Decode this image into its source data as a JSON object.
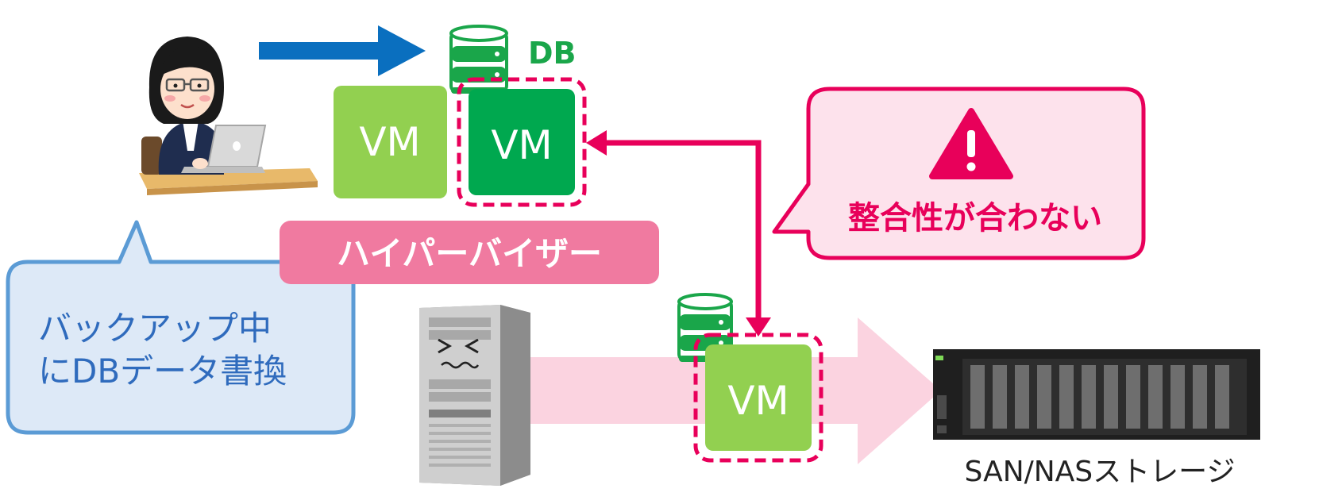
{
  "diagram": {
    "db_label": "DB",
    "vm_left_label": "VM",
    "vm_db_label": "VM",
    "vm_backup_label": "VM",
    "hypervisor_label": "ハイパーバイザー",
    "backup_bubble": {
      "line1": "バックアップ中",
      "line2": "にDBデータ書換"
    },
    "warning_bubble": {
      "text": "整合性が合わない"
    },
    "storage_label": "SAN/NASストレージ"
  },
  "colors": {
    "user_arrow": "#0a6fbf",
    "vm_light_green": "#92d050",
    "vm_dark_green": "#00a84f",
    "db_green": "#1aa64a",
    "alert_pink": "#e8005a",
    "hypervisor_pink": "#f07aa0",
    "backup_flow_pink": "#fbd3e0",
    "warning_fill": "#fde2ec",
    "backup_bubble_fill": "#dde9f7",
    "backup_bubble_border": "#5b9bd5",
    "backup_bubble_text": "#2f6bbd",
    "storage_dark": "#1f1f1f"
  }
}
